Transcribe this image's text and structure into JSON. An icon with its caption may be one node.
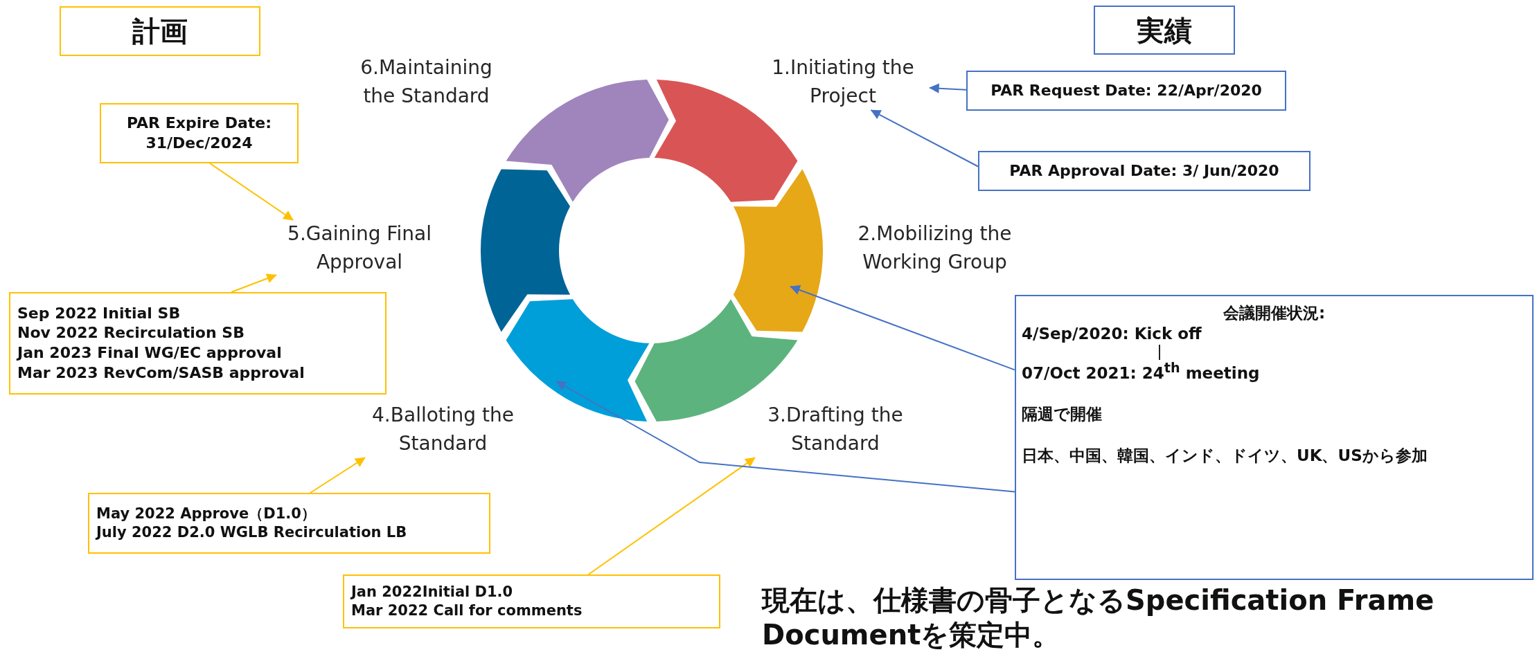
{
  "diagram": {
    "nodes": [
      {
        "text": [
          "計画"
        ]
      },
      {
        "text": [
          "実績"
        ]
      },
      {
        "text": [
          "6.Maintaining the Standard"
        ]
      },
      {
        "text": [
          "1.Initiating the Project"
        ]
      },
      {
        "text": [
          "PAR Request Date: 22/Apr/2020"
        ]
      },
      {
        "text": [
          "PAR Expire Date: 31/Dec/2024"
        ]
      },
      {
        "text": [
          "PAR Approval Date: 3/ Jun/2020"
        ]
      },
      {
        "text": [
          "5.Gaining Final Approval"
        ]
      },
      {
        "text": [
          "2.Mobilizing the Working Group"
        ]
      },
      {
        "text": [
          "Sep 2022 Initial SB",
          "Nov 2022 Recirculation SB",
          "Jan 2023 Final WG/EC approval",
          "Mar 2023 RevCom/SASB approval"
        ]
      },
      {
        "text": [
          "会議開催状況:",
          "4/Sep/2020: Kick off",
          "07/Oct 2021: 24$^{th}$ meeting",
          "隔週で開催",
          "日本、中国、韓国、インド、ドイツ、UK、USから参加"
        ]
      },
      {
        "text": [
          "4.Balloting the Standard"
        ]
      },
      {
        "text": [
          "3.Drafting the Standard"
        ]
      },
      {
        "text": [
          "May 2022 Approve（D1.0）",
          "July 2022 D2.0 WGLB Recirculation LB"
        ]
      },
      {
        "text": [
          "Jan 2022Initial D1.0",
          "Mar 2022 Call for comments"
        ]
      },
      {
        "text": [],
        "shape": "arrow"
      },
      {
        "text": [],
        "shape": "arrow"
      },
      {
        "text": [],
        "shape": "arrow"
      },
      {
        "text": [],
        "shape": "arrow"
      },
      {
        "text": [],
        "shape": "arrow"
      },
      {
        "text": [],
        "shape": "arrow"
      }
    ],
    "edges": [
      {
        "from": 4,
        "to": 3,
        "arrow": "to",
        "color": "#4472c4"
      },
      {
        "from": 6,
        "to": 3,
        "arrow": "to",
        "color": "#4472c4"
      },
      {
        "from": 5,
        "to": 7,
        "arrow": "to",
        "color": "#ffc000"
      },
      {
        "from": 9,
        "to": 7,
        "arrow": "to",
        "color": "#ffc000"
      },
      {
        "from": 13,
        "to": 11,
        "arrow": "to",
        "color": "#ffc000"
      },
      {
        "from": 14,
        "to": 12,
        "arrow": "to",
        "color": "#ffc000"
      },
      {
        "from": 10,
        "to": 16,
        "arrow": "to",
        "color": "#4472c4"
      },
      {
        "from": 10,
        "to": 18,
        "arrow": "to",
        "color": "#4472c4"
      }
    ],
    "labels": [
      "現在は、仕様書の骨子となるSpecification Frame Documentを策定中。"
    ]
  }
}
